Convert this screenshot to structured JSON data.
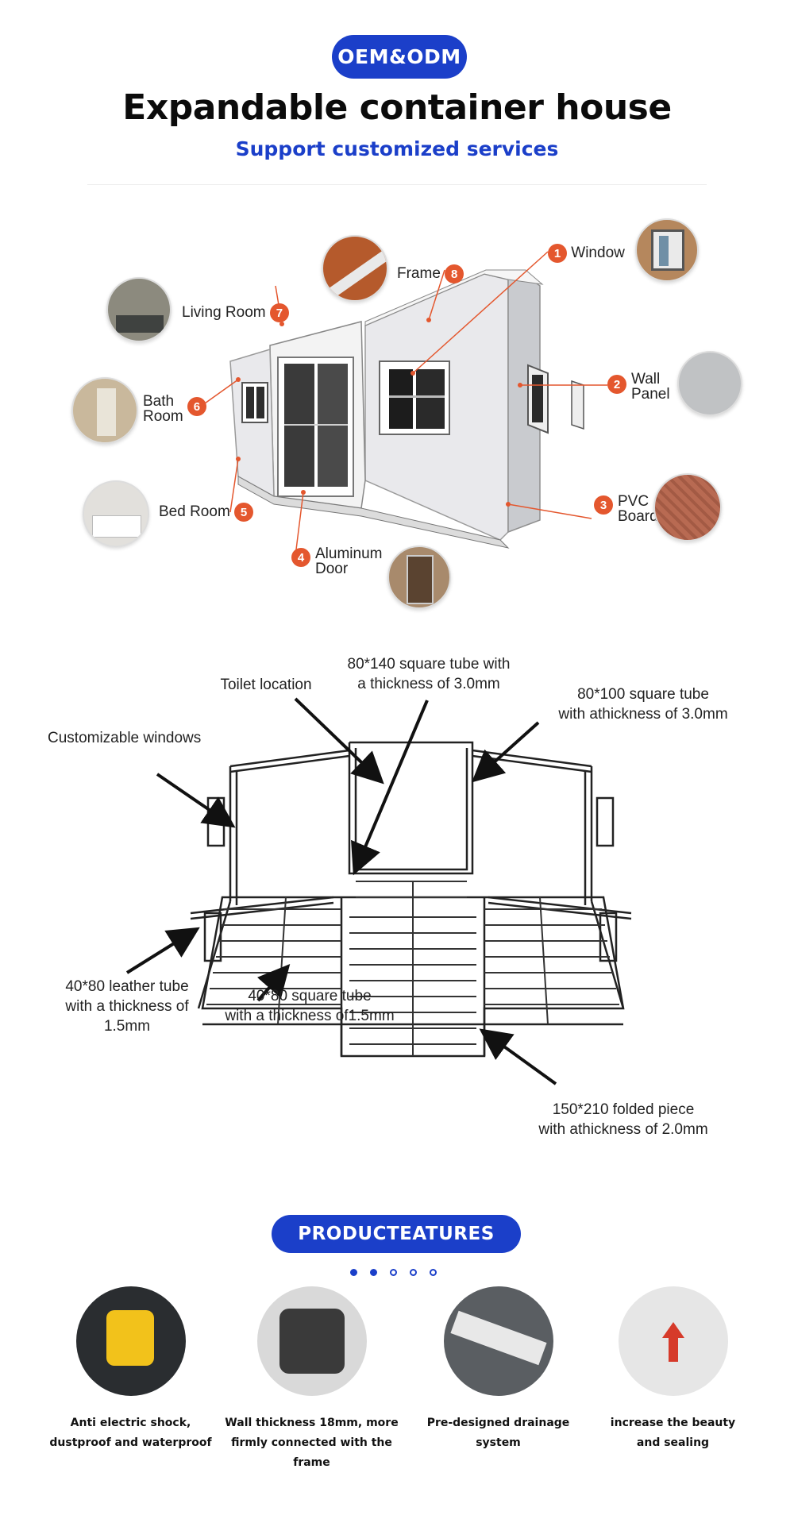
{
  "header": {
    "badge": "OEM&ODM",
    "title": "Expandable container house",
    "subtitle": "Support customized services"
  },
  "house_callouts": [
    {
      "num": "1",
      "label": "Window",
      "icon": "window-photo"
    },
    {
      "num": "2",
      "label_lines": [
        "Wall",
        "Panel"
      ],
      "icon": "wall-panel-photo"
    },
    {
      "num": "3",
      "label_lines": [
        "PVC",
        "Board"
      ],
      "icon": "pvc-board-photo"
    },
    {
      "num": "4",
      "label_lines": [
        "Aluminum",
        "Door"
      ],
      "icon": "aluminum-door-photo"
    },
    {
      "num": "5",
      "label": "Bed Room",
      "icon": "bedroom-photo"
    },
    {
      "num": "6",
      "label_lines": [
        "Bath",
        "Room"
      ],
      "icon": "bathroom-photo"
    },
    {
      "num": "7",
      "label": "Living Room",
      "icon": "living-room-photo"
    },
    {
      "num": "8",
      "label": "Frame",
      "icon": "frame-photo"
    }
  ],
  "frame_labels": {
    "toilet": "Toilet location",
    "tube_140": [
      "80*140 square tube with",
      "a thickness of 3.0mm"
    ],
    "tube_100": [
      "80*100 square tube",
      "with athickness of 3.0mm"
    ],
    "windows": "Customizable windows",
    "leather_tube": [
      "40*80 leather tube",
      "with a thickness of",
      "1.5mm"
    ],
    "square_tube": [
      "40*80 square tube",
      "with a thickness of1.5mm"
    ],
    "folded": [
      "150*210 folded piece",
      "with athickness of 2.0mm"
    ]
  },
  "features_section": {
    "badge": "PRODUCTEATURES",
    "dots": [
      true,
      true,
      false,
      false,
      false
    ],
    "items": [
      {
        "lines": [
          "Anti electric shock,",
          "dustproof and waterproof"
        ],
        "icon": "socket-photo"
      },
      {
        "lines": [
          "Wall thickness 18mm, more",
          "firmly connected with the",
          "frame"
        ],
        "icon": "corner-casting-photo"
      },
      {
        "lines": [
          "Pre-designed drainage system"
        ],
        "icon": "drainage-photo"
      },
      {
        "lines": [
          "increase the beauty",
          "and sealing"
        ],
        "icon": "sealing-photo"
      }
    ]
  },
  "colors": {
    "brand_blue": "#1b3fc9",
    "callout_orange": "#e4572e"
  }
}
